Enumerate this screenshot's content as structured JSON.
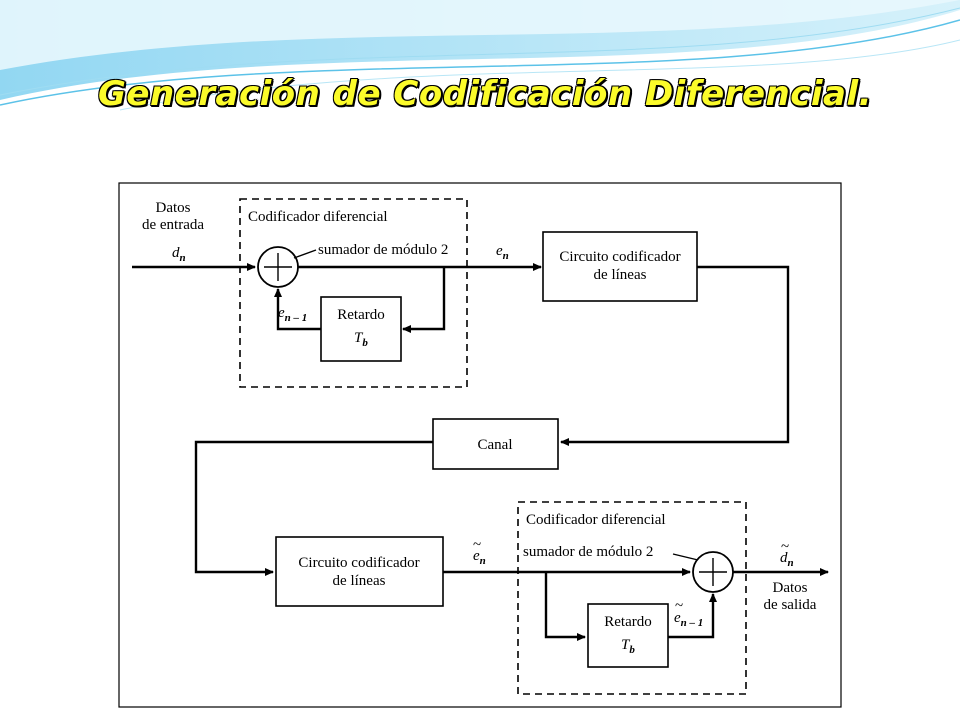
{
  "title": "Generación de Codificación Diferencial.",
  "diagram": {
    "input_label_1": "Datos",
    "input_label_2": "de entrada",
    "input_symbol": "d",
    "input_sub": "n",
    "encoder": {
      "title": "Codificador diferencial",
      "adder_label": "sumador de módulo 2",
      "delay_label": "Retardo",
      "delay_symbol": "T",
      "delay_sub": "b",
      "feedback_symbol": "e",
      "feedback_sub": "n – 1"
    },
    "encoded_symbol": "e",
    "encoded_sub": "n",
    "line_coder_1_a": "Circuito codificador",
    "line_coder_1_b": "de líneas",
    "channel": "Canal",
    "line_coder_2_a": "Circuito codificador",
    "line_coder_2_b": "de líneas",
    "received_symbol": "e",
    "received_sub": "n",
    "decoder": {
      "title": "Codificador diferencial",
      "adder_label": "sumador de módulo 2",
      "delay_label": "Retardo",
      "delay_symbol": "T",
      "delay_sub": "b",
      "feedback_symbol": "e",
      "feedback_sub": "n – 1"
    },
    "output_symbol": "d",
    "output_sub": "n",
    "output_label_1": "Datos",
    "output_label_2": "de salida"
  }
}
